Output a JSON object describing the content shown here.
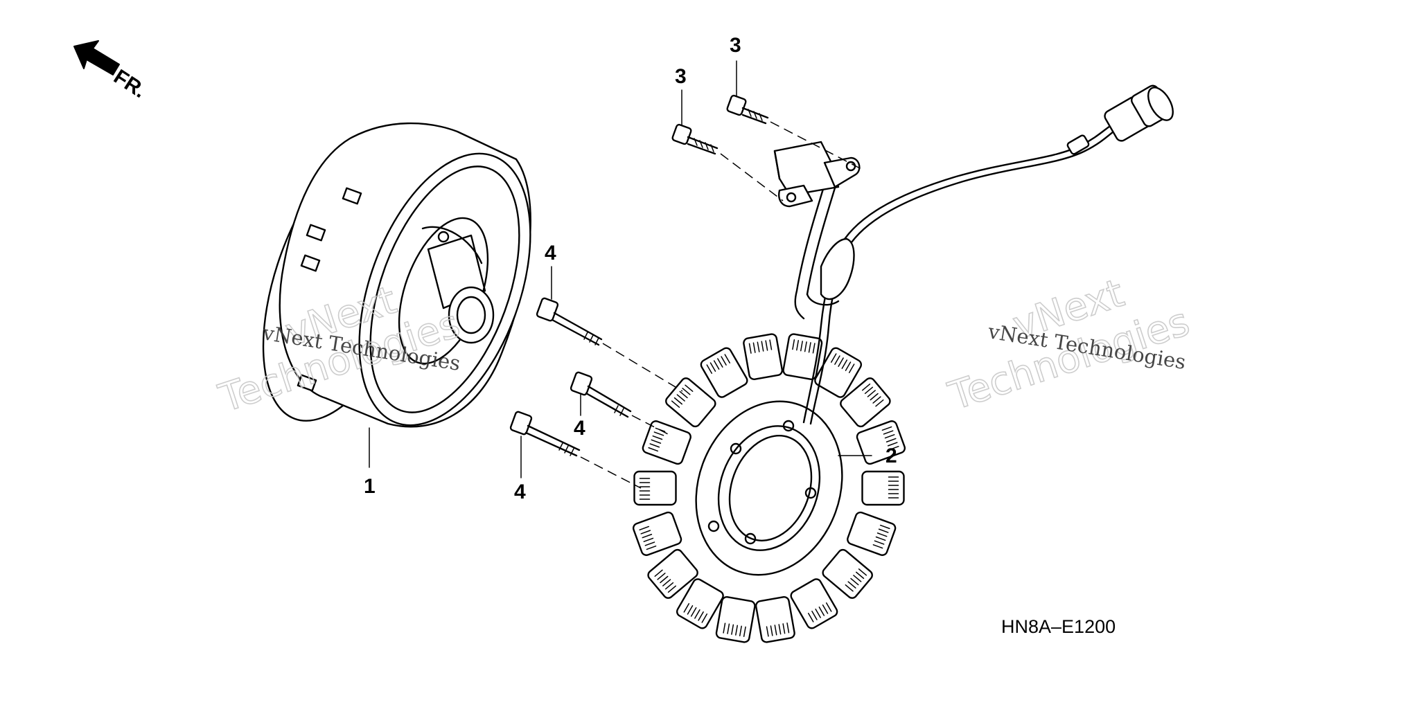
{
  "direction": {
    "label": "FR."
  },
  "callouts": {
    "flywheel": "1",
    "stator": "2",
    "bolt_pulser_top": "3",
    "bolt_pulser_left": "3",
    "bolt_stator_top": "4",
    "bolt_stator_middle": "4",
    "bolt_stator_bottom": "4"
  },
  "diagram_code": "HN8A–E1200",
  "watermarks": {
    "small_text": "vNext Technologies",
    "large_line1": "vNext",
    "large_line2": "Technologies"
  }
}
